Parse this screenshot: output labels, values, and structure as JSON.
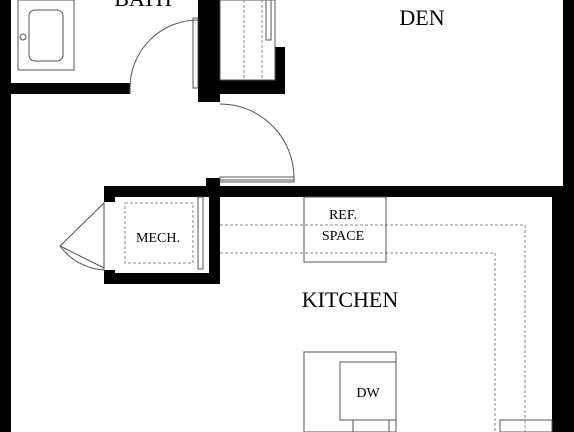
{
  "rooms": {
    "bath": "BATH",
    "den": "DEN",
    "kitchen": "KITCHEN"
  },
  "fixtures": {
    "mech": "MECH.",
    "ref_line1": "REF.",
    "ref_line2": "SPACE",
    "dw": "DW"
  },
  "colors": {
    "wall": "#000000",
    "fixture_line": "#555555",
    "dashed_line": "#8a8a8a",
    "background": "#ffffff"
  }
}
